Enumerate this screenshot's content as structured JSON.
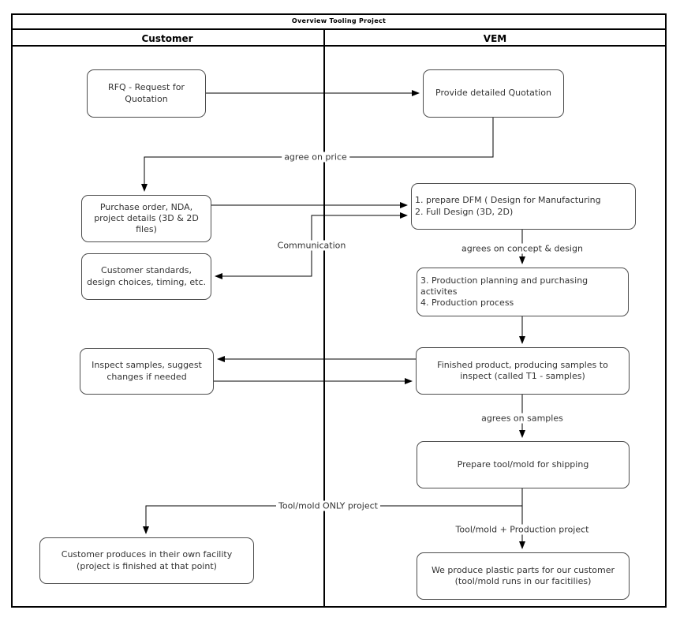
{
  "diagram": {
    "title": "Overview Tooling Project",
    "lanes": {
      "customer": "Customer",
      "vem": "VEM"
    },
    "nodes": {
      "rfq": "RFQ - Request for Quotation",
      "quotation": "Provide detailed Quotation",
      "purchase_order": "Purchase order, NDA, project details (3D & 2D files)",
      "customer_standards": "Customer standards, design choices, timing, etc.",
      "dfm": {
        "lines": [
          "1. prepare DFM ( Design for Manufacturing",
          "2. Full Design (3D, 2D)"
        ]
      },
      "production_planning": {
        "lines": [
          "3. Production planning and purchasing activites",
          "4. Production process"
        ]
      },
      "inspect_samples": "Inspect samples, suggest changes if needed",
      "finished_product": "Finished product, producing samples to inspect (called T1 - samples)",
      "prepare_shipping": "Prepare tool/mold for shipping",
      "customer_produces": "Customer produces in their own facility (project is finished at that point)",
      "we_produce": "We produce plastic parts for our customer (tool/mold runs in our facitilies)"
    },
    "edge_labels": {
      "agree_on_price": "agree on price",
      "communication": "Communication",
      "agrees_concept_design": "agrees on concept & design",
      "agrees_samples": "agrees on samples",
      "tool_mold_only": "Tool/mold ONLY project",
      "tool_mold_production": "Tool/mold + Production project"
    },
    "colors": {
      "connector": "#000000",
      "node_border": "#4d4d4d",
      "text": "#333333",
      "background": "#ffffff"
    }
  }
}
